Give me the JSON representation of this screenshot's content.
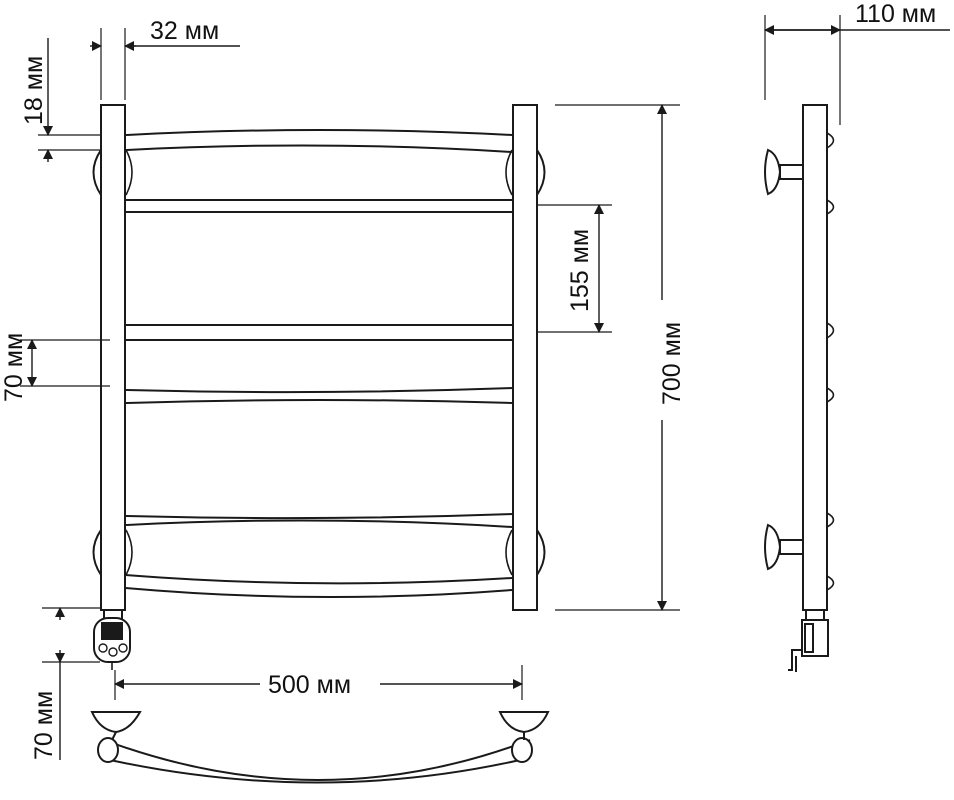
{
  "diagram": {
    "dimensions": {
      "top_width": "32 мм",
      "top_offset": "18 мм",
      "rung_gap": "155 мм",
      "total_height": "700 мм",
      "mid_gap": "70 мм",
      "center_distance": "500 мм",
      "bottom_offset": "70 мм",
      "depth": "110 мм"
    }
  }
}
